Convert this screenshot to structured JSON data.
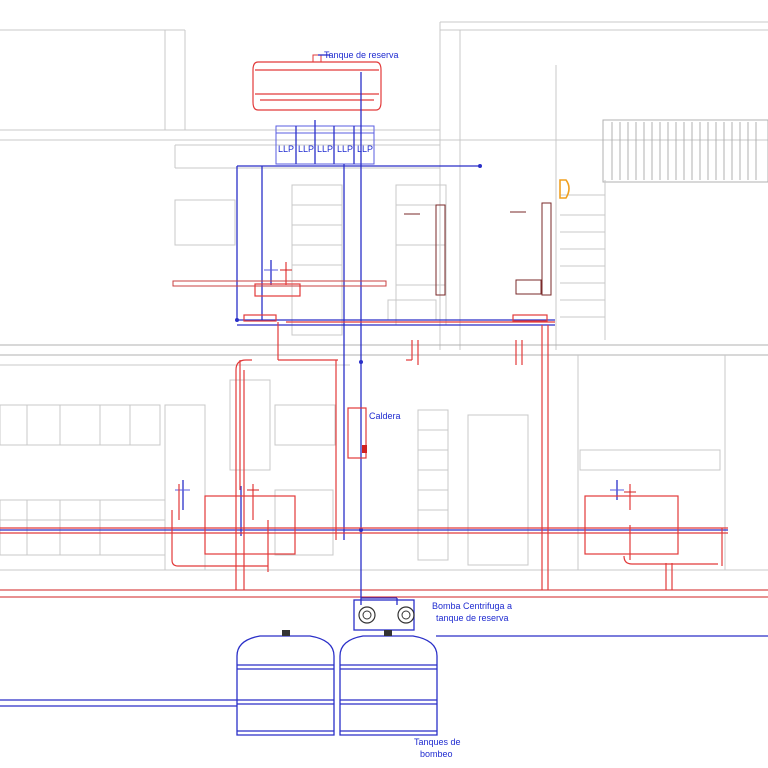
{
  "labels": {
    "tanque_reserva": "Tanque de reserva",
    "llp": "LLP",
    "caldera": "Caldera",
    "bomba_line1": "Bomba Centrifuga a",
    "bomba_line2": "tanque de reserva",
    "tanques_line1": "Tanques de",
    "tanques_line2": "bombeo"
  },
  "colors": {
    "cold_water": "#2a2fc8",
    "hot_water": "#e23a3a",
    "architecture": "#c8c8c8",
    "marker": "#f0a020"
  }
}
